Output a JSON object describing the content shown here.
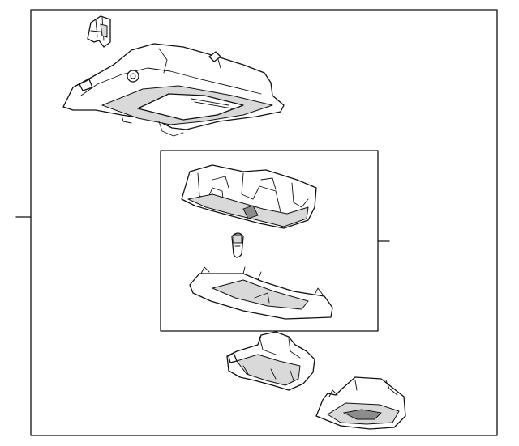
{
  "diagram": {
    "colors": {
      "line": "#111111",
      "shade": "#d9d9d9",
      "background": "#ffffff"
    },
    "parts": [
      "retainer-clip",
      "console-housing",
      "lamp-housing",
      "bulb",
      "lamp-lens-bezel",
      "lamp-assembly",
      "sunglass-holder"
    ]
  }
}
